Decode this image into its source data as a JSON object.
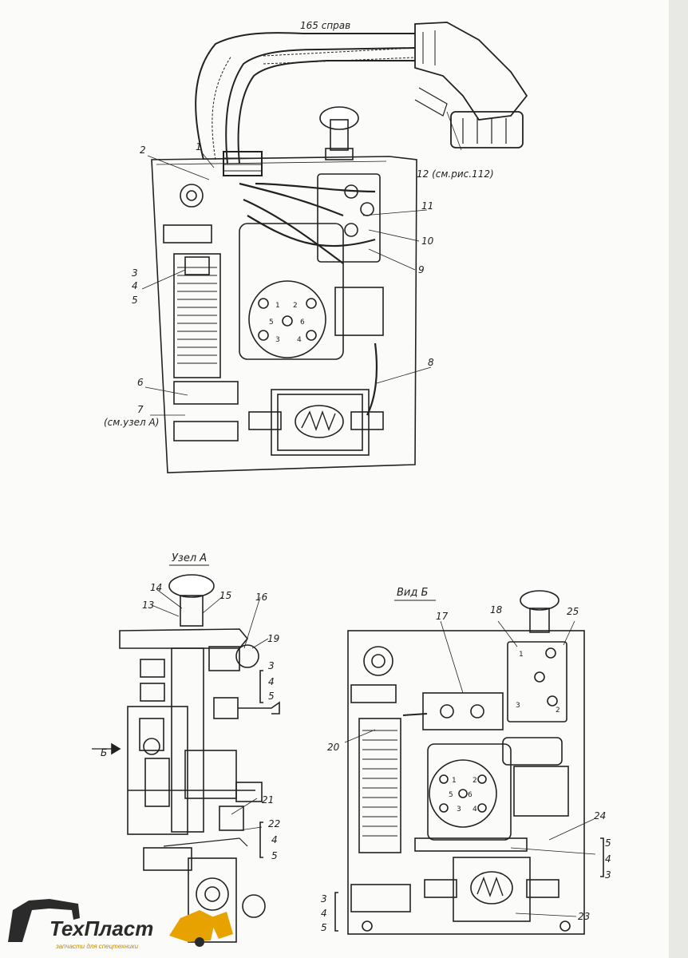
{
  "main_view": {
    "cable_note": "165 справ",
    "connector_note": "12 (см.рис.112)",
    "callouts": [
      "1",
      "2",
      "3",
      "4",
      "5",
      "6",
      "7",
      "8",
      "9",
      "10",
      "11"
    ],
    "node_ref": "(см.узел А)",
    "socket_digits": [
      "1",
      "2",
      "3",
      "4",
      "5",
      "6"
    ]
  },
  "node_a": {
    "title": "Узел А",
    "arrow_label": "Б",
    "callouts": [
      "13",
      "14",
      "15",
      "16",
      "19",
      "3",
      "4",
      "5",
      "21",
      "22",
      "4",
      "5"
    ]
  },
  "view_b": {
    "title": "Вид Б",
    "callouts": [
      "17",
      "18",
      "25",
      "20",
      "24",
      "5",
      "4",
      "3",
      "23",
      "3",
      "4",
      "5"
    ],
    "socket_digits": [
      "1",
      "2",
      "3",
      "4",
      "5",
      "6"
    ],
    "relay_digits": [
      "1",
      "2",
      "3"
    ]
  },
  "logo": {
    "name": "ТехПласт",
    "tagline": "запчасти для спецтехники",
    "accent_color": "#e8a200",
    "dark_color": "#2b2b2b"
  }
}
